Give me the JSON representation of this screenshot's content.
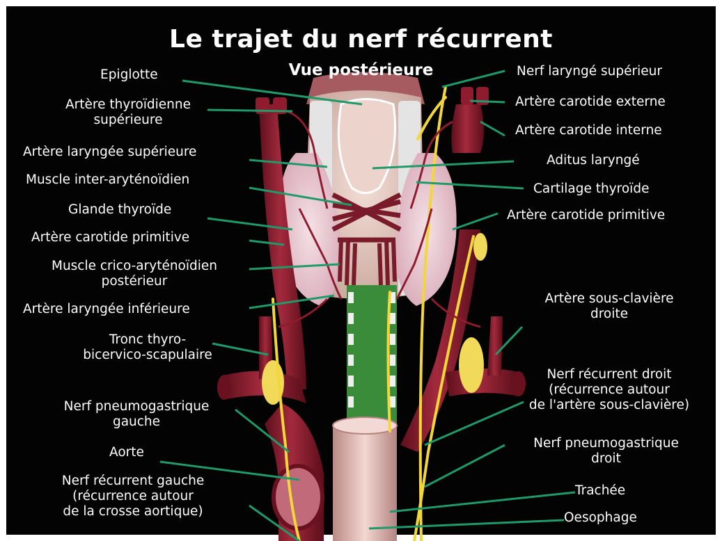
{
  "title": "Le trajet du nerf récurrent",
  "subtitle": "Vue postérieure",
  "colors": {
    "background": "#030303",
    "leader_line": "#1f9a6a",
    "artery": "#8e1c2e",
    "nerve": "#f3d63a",
    "thyroid": "#eac7d0",
    "larynx": "#e8cfc6",
    "trachea": "#e6b8b3"
  },
  "labels_left": [
    {
      "id": "epiglotte",
      "text": "Epiglotte"
    },
    {
      "id": "artere-thyroidienne-superieure",
      "text": "Artère thyroïdienne\nsupérieure"
    },
    {
      "id": "artere-laryngee-superieure",
      "text": "Artère laryngée supérieure"
    },
    {
      "id": "muscle-inter-arytenoidien",
      "text": "Muscle inter-aryténoïdien"
    },
    {
      "id": "glande-thyroide",
      "text": "Glande thyroïde"
    },
    {
      "id": "artere-carotide-primitive-gauche",
      "text": "Artère carotide primitive"
    },
    {
      "id": "muscle-crico-arytenoidien-posterieur",
      "text": "Muscle crico-aryténoïdien\npostérieur"
    },
    {
      "id": "artere-laryngee-inferieure",
      "text": "Artère laryngée inférieure"
    },
    {
      "id": "tronc-thyro-bicervico-scapulaire",
      "text": "Tronc thyro-\nbicervico-scapulaire"
    },
    {
      "id": "nerf-pneumogastrique-gauche",
      "text": "Nerf pneumogastrique\ngauche"
    },
    {
      "id": "aorte",
      "text": "Aorte"
    },
    {
      "id": "nerf-recurrent-gauche",
      "text": "Nerf récurrent gauche\n(récurrence autour\nde la crosse aortique)"
    }
  ],
  "labels_right": [
    {
      "id": "nerf-larynge-superieur",
      "text": "Nerf laryngé supérieur"
    },
    {
      "id": "artere-carotide-externe",
      "text": "Artère carotide externe"
    },
    {
      "id": "artere-carotide-interne",
      "text": "Artère carotide interne"
    },
    {
      "id": "aditus-larynge",
      "text": "Aditus laryngé"
    },
    {
      "id": "cartilage-thyroide",
      "text": "Cartilage thyroïde"
    },
    {
      "id": "artere-carotide-primitive-droite",
      "text": "Artère carotide primitive"
    },
    {
      "id": "artere-sous-claviere-droite",
      "text": "Artère sous-clavière\ndroite"
    },
    {
      "id": "nerf-recurrent-droit",
      "text": "Nerf récurrent droit\n(récurrence autour\nde l'artère sous-clavière)"
    },
    {
      "id": "nerf-pneumogastrique-droit",
      "text": "Nerf pneumogastrique\ndroit"
    },
    {
      "id": "trachee",
      "text": "Trachée"
    },
    {
      "id": "oesophage",
      "text": "Oesophage"
    }
  ]
}
